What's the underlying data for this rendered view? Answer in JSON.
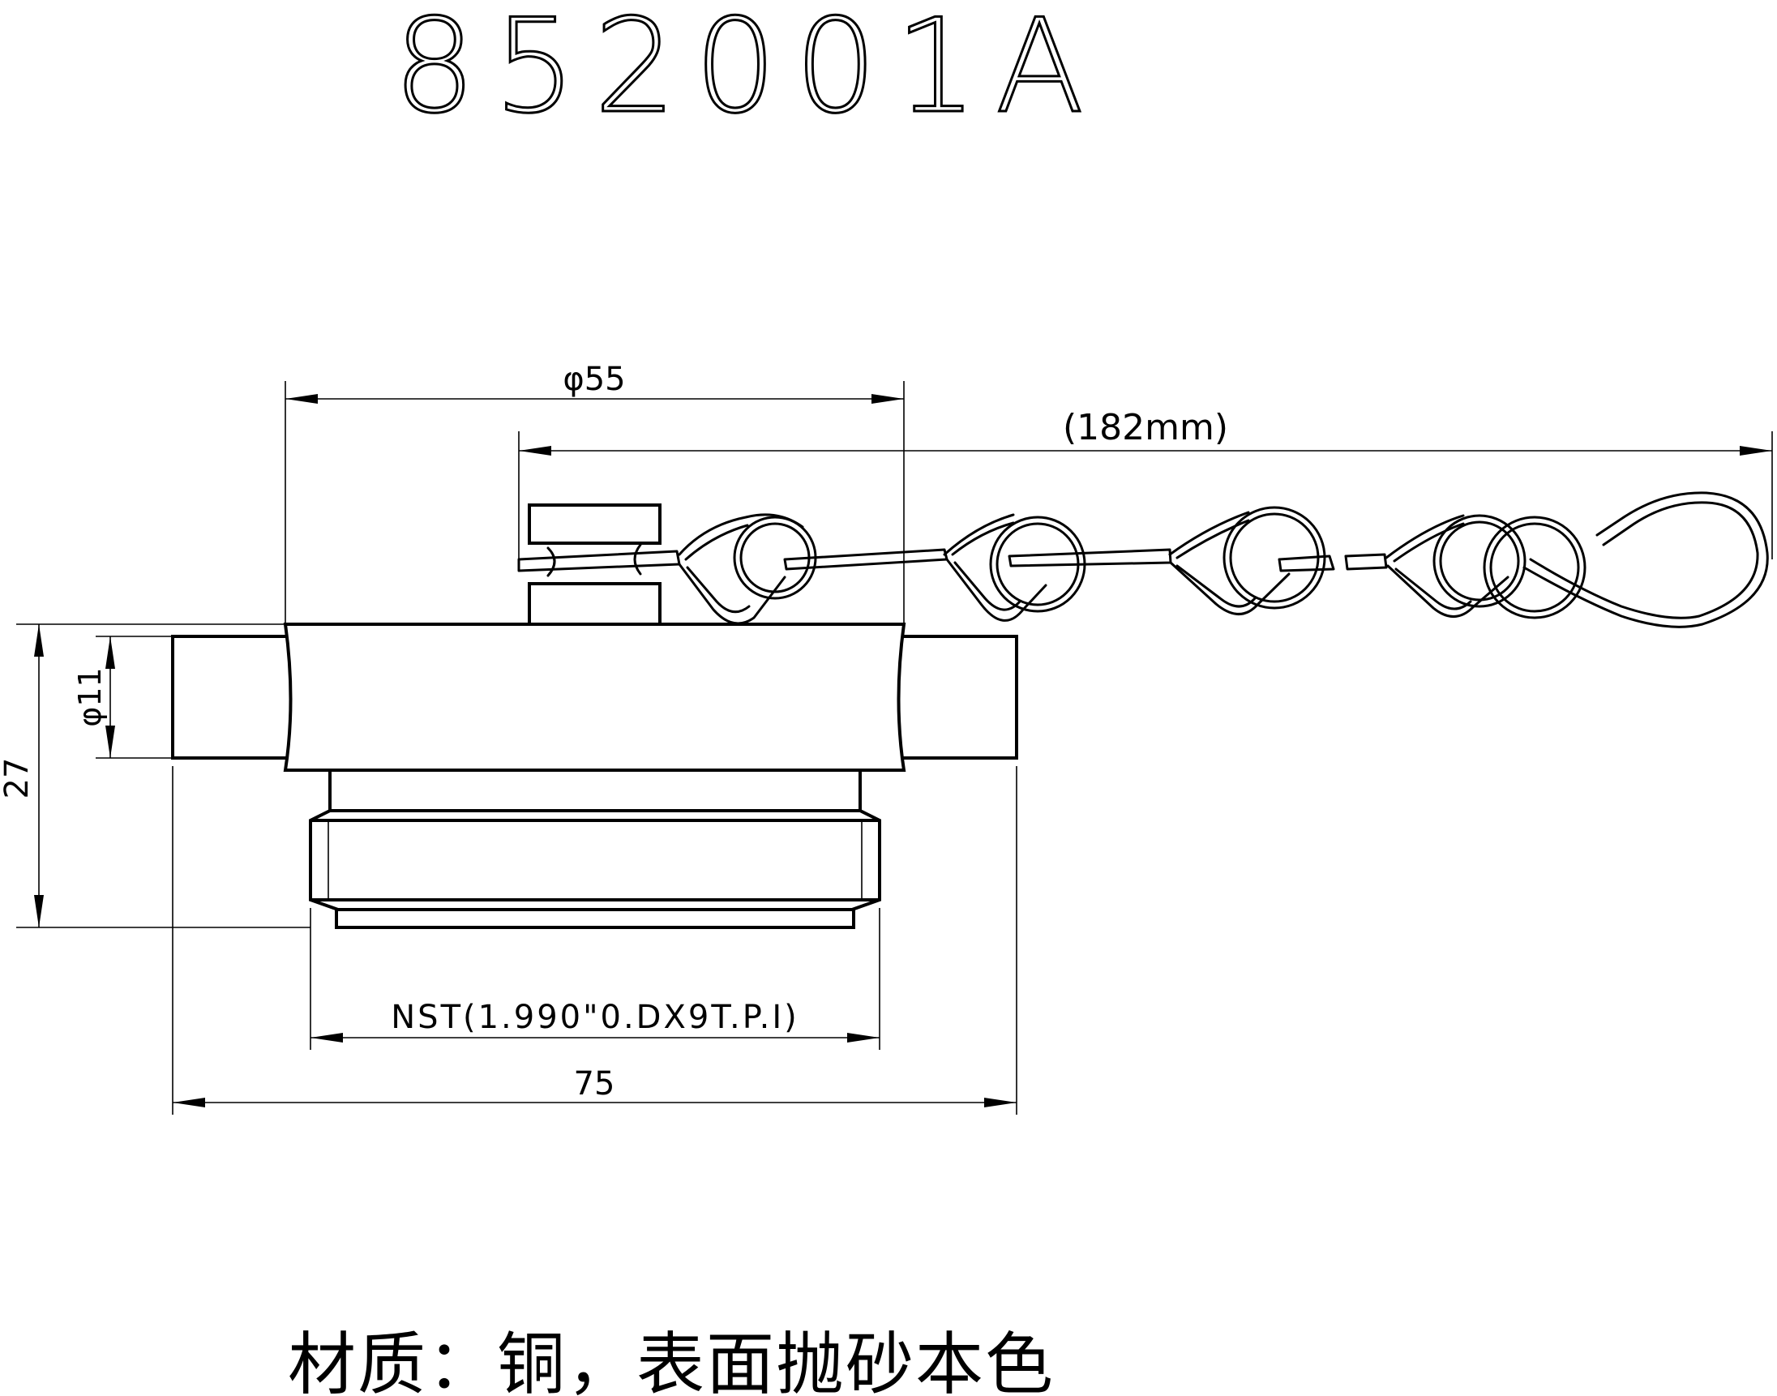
{
  "drawing": {
    "part_number": "852001A",
    "material_note": "材质：铜，表面抛砂本色",
    "dimensions": {
      "overall_diameter": "φ55",
      "chain_length": "(182mm)",
      "pin_diameter": "φ11",
      "height": "27",
      "thread_spec": "NST(1.990\"0.DX9T.P.I)",
      "overall_width": "75"
    }
  }
}
